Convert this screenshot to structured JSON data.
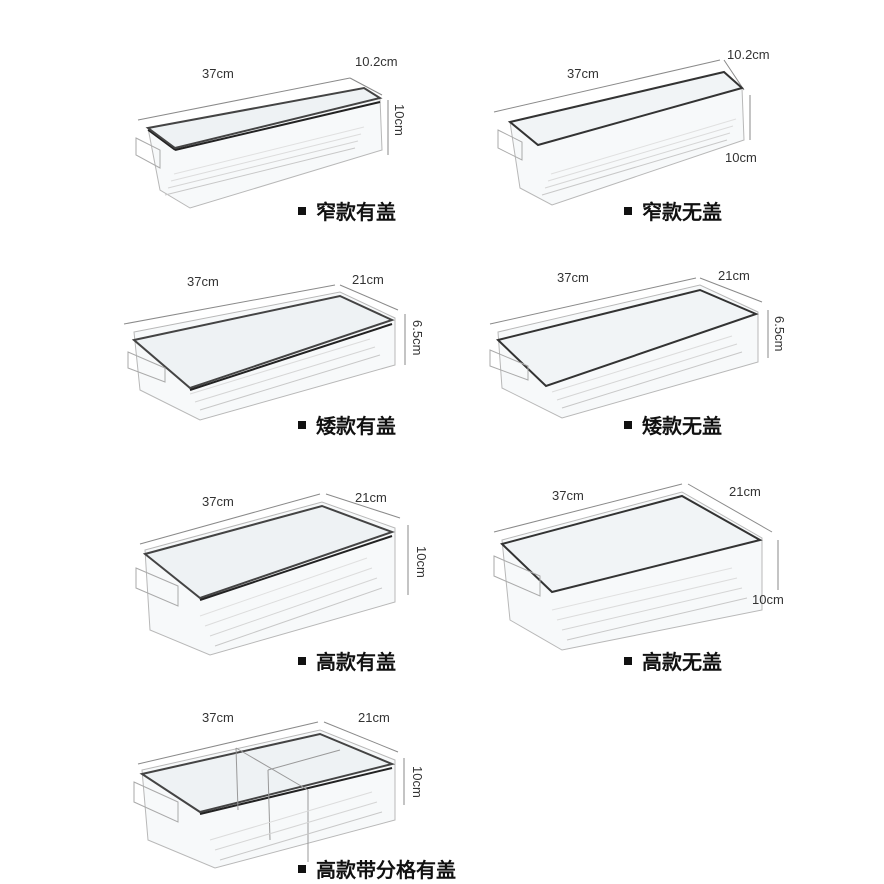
{
  "items": [
    {
      "id": "narrow-lid",
      "length": "37cm",
      "width": "10.2cm",
      "height": "10cm",
      "caption": "窄款有盖"
    },
    {
      "id": "narrow-open",
      "length": "37cm",
      "width": "10.2cm",
      "height": "10cm",
      "caption": "窄款无盖"
    },
    {
      "id": "low-lid",
      "length": "37cm",
      "width": "21cm",
      "height": "6.5cm",
      "caption": "矮款有盖"
    },
    {
      "id": "low-open",
      "length": "37cm",
      "width": "21cm",
      "height": "6.5cm",
      "caption": "矮款无盖"
    },
    {
      "id": "tall-lid",
      "length": "37cm",
      "width": "21cm",
      "height": "10cm",
      "caption": "高款有盖"
    },
    {
      "id": "tall-open",
      "length": "37cm",
      "width": "21cm",
      "height": "10cm",
      "caption": "高款无盖"
    },
    {
      "id": "tall-divided",
      "length": "37cm",
      "width": "21cm",
      "height": "10cm",
      "caption": "高款带分格有盖"
    }
  ]
}
